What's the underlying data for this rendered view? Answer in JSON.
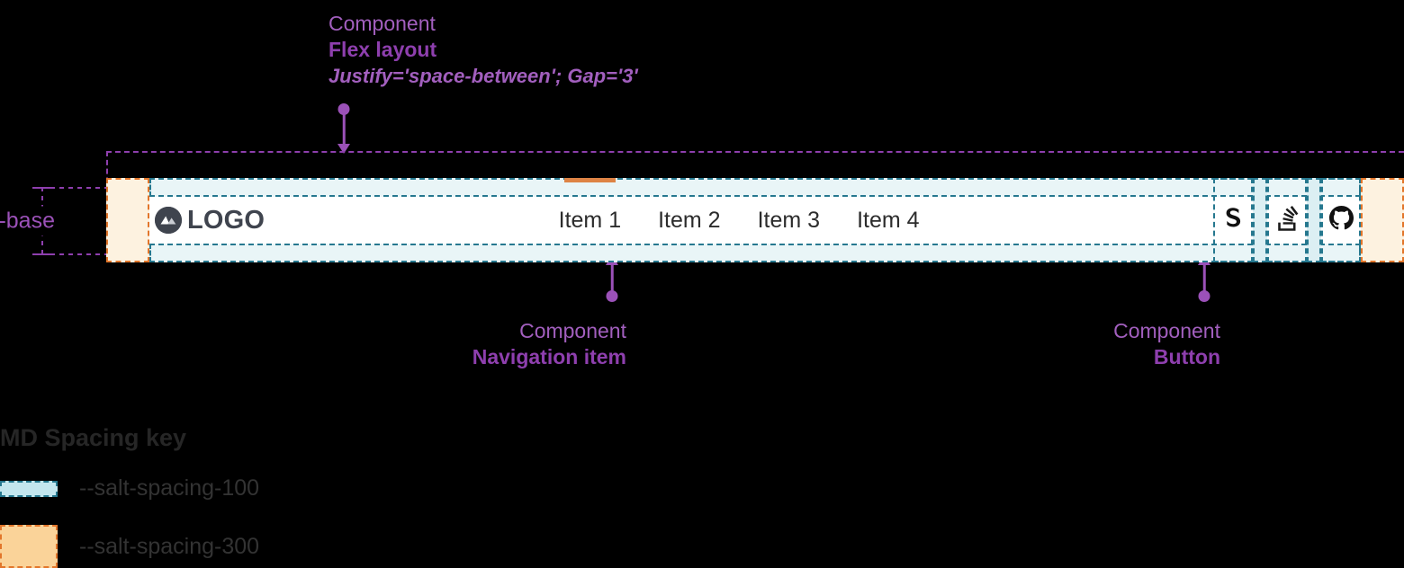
{
  "annotations": {
    "flex": {
      "kind": "Component",
      "name": "Flex layout",
      "props": "Justify='space-between'; Gap='3'"
    },
    "nav_item": {
      "kind": "Component",
      "name": "Navigation item"
    },
    "button": {
      "kind": "Component",
      "name": "Button"
    },
    "size_base": {
      "label": "size-base"
    }
  },
  "navbar": {
    "logo": {
      "icon": "mountain-logo-icon",
      "text": "LOGO"
    },
    "items": [
      {
        "label": "Item 1",
        "active": true
      },
      {
        "label": "Item 2",
        "active": false
      },
      {
        "label": "Item 3",
        "active": false
      },
      {
        "label": "Item 4",
        "active": false
      }
    ],
    "buttons": [
      {
        "icon": "salt-s-icon",
        "name": "salt-button"
      },
      {
        "icon": "stack-overflow-icon",
        "name": "stack-overflow-button"
      },
      {
        "icon": "github-icon",
        "name": "github-button"
      }
    ]
  },
  "spacing_key": {
    "title": "MD Spacing key",
    "rows": [
      {
        "token": "--salt-spacing-100",
        "swatch": "spacing-100"
      },
      {
        "token": "--salt-spacing-300",
        "swatch": "spacing-300"
      }
    ]
  },
  "colors": {
    "annotation_purple": "#9B51B8",
    "spacing_100_fill": "#C3E6EE",
    "spacing_100_border": "#26788F",
    "spacing_300_fill": "#FAD399",
    "spacing_300_border": "#E2762B",
    "active_indicator": "#DE8345",
    "logo_dark": "#3F444E",
    "background": "#000000",
    "navbar_background": "#FFFFFF"
  }
}
